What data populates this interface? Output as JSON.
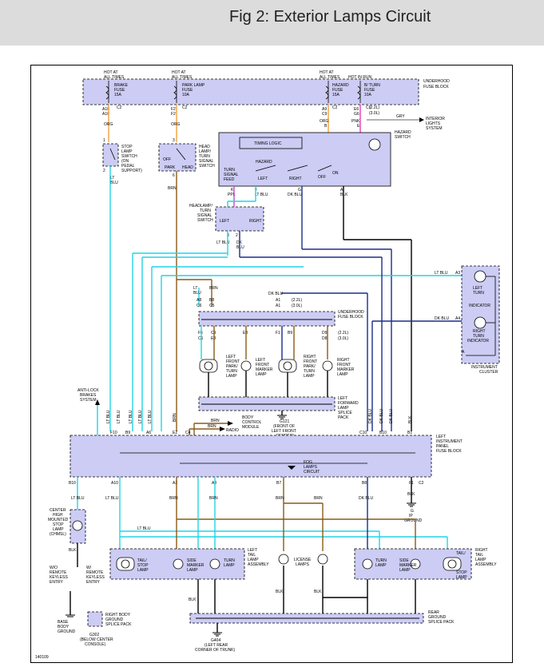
{
  "title": "Fig 2: Exterior Lamps Circuit",
  "figure_id": "140109",
  "colors": {
    "lt_blu": "#22d4e6",
    "dk_blu": "#1b2e8c",
    "brn": "#8a5a16",
    "org": "#f2a33a",
    "blk": "#000000",
    "gry": "#9a9a9a",
    "pnk": "#e83cb8",
    "ppl": "#c44bd0",
    "box_fill": "#ccccf4"
  },
  "fuse_top": {
    "hot": [
      {
        "line1": "HOT AT",
        "line2": "ALL TIMES"
      },
      {
        "line1": "HOT AT",
        "line2": "ALL TIMES"
      },
      {
        "line1": "HOT AT",
        "line2": "ALL TIMES"
      },
      {
        "line1": "HOT IN RUN",
        "line2": ""
      }
    ],
    "fuses": [
      {
        "l1": "BRAKE",
        "l2": "FUSE",
        "l3": "15A",
        "pin": "C2"
      },
      {
        "l1": "PARK LAMP",
        "l2": "FUSE",
        "l3": "10A",
        "pin": "C2"
      },
      {
        "l1": "HAZARD",
        "l2": "FUSE",
        "l3": "15A",
        "pin": "C2"
      },
      {
        "l1": "B/ TURN",
        "l2": "FUSE",
        "l3": "10A",
        "pin": "C1"
      }
    ],
    "block_name_1": "UNDERHOOD",
    "block_name_2": "FUSE BLOCK",
    "pins": [
      "A10",
      "A10",
      "F2",
      "F2",
      "A9",
      "C9",
      "E6",
      "G6"
    ],
    "wire_labels": [
      "ORG",
      "ORG",
      "ORG",
      "PNK",
      "GRY"
    ],
    "variant_1": "(2.2L)",
    "variant_2": "(3.0L)",
    "interior_1": "INTERIOR",
    "interior_2": "LIGHTS",
    "interior_3": "SYSTEM"
  },
  "stop_switch": {
    "l1": "STOP",
    "l2": "LAMP",
    "l3": "SWITCH",
    "l4": "(ON",
    "l5": "PEDAL",
    "l6": "SUPPORT)",
    "pin_top": "1",
    "pin_bot": "2",
    "wire1": "LT",
    "wire2": "BLU"
  },
  "headlamp_switch": {
    "l1": "HEAD",
    "l2": "LAMP/",
    "l3": "TURN",
    "l4": "SIGNAL",
    "l5": "SWITCH",
    "off": "OFF",
    "park": "PARK",
    "head": "HEAD",
    "pin_top": "3",
    "pin_bot": "6",
    "wire": "BRN"
  },
  "hazard": {
    "timing": "TIMING LOGIC",
    "hazard": "HAZARD",
    "l1": "HAZARD",
    "l2": "SWITCH",
    "feed1": "TURN",
    "feed2": "SIGNAL",
    "feed3": "FEED",
    "left": "LEFT",
    "right": "RIGHT",
    "off": "OFF",
    "on": "ON",
    "pins": [
      "B",
      "E",
      "K",
      "F",
      "G",
      "A"
    ],
    "wires": [
      "PPL",
      "LT BLU",
      "DK BLU",
      "BLK"
    ]
  },
  "turn_switch": {
    "l1": "HEADLAMP/",
    "l2": "TURN",
    "l3": "SIGNAL",
    "l4": "SWITCH",
    "left": "LEFT",
    "right": "RIGHT",
    "pins": [
      "3",
      "2"
    ],
    "wires": [
      "LT BLU",
      "DK",
      "BLU"
    ]
  },
  "front": {
    "block_l1": "UNDERHOOD",
    "block_l2": "FUSE BLOCK",
    "pins_top": [
      "A8",
      "B8",
      "C6",
      "C5",
      "A1",
      "A1"
    ],
    "variant_1": "(2.2L)",
    "variant_2": "(3.0L)",
    "wire_top": [
      "LT",
      "BLU",
      "BRN",
      "DK BLU"
    ],
    "pins_mid": [
      "F6",
      "C9",
      "E8",
      "F1",
      "B9",
      "D9",
      "C1",
      "D8",
      "E8"
    ],
    "lamps": [
      {
        "l1": "LEFT",
        "l2": "FRONT",
        "l3": "PARK/",
        "l4": "TURN",
        "l5": "LAMP"
      },
      {
        "l1": "LEFT",
        "l2": "FRONT",
        "l3": "MARKER",
        "l4": "LAMP",
        "l5": ""
      },
      {
        "l1": "RIGHT",
        "l2": "FRONT",
        "l3": "PARK/",
        "l4": "TURN",
        "l5": "LAMP"
      },
      {
        "l1": "RIGHT",
        "l2": "FRONT",
        "l3": "MARKER",
        "l4": "LAMP",
        "l5": ""
      }
    ],
    "splice_l1": "LEFT",
    "splice_l2": "FORWARD",
    "splice_l3": "LAMP",
    "splice_l4": "SPLICE",
    "splice_l5": "PACK",
    "ground_l1": "G121",
    "ground_l2": "(FRONT OF",
    "ground_l3": "LEFT FRONT",
    "ground_l4": "FENDER)"
  },
  "cluster": {
    "wire1": "LT BLU",
    "pin1": "A3",
    "wire2": "DK BLU",
    "pin2": "A4",
    "left1": "LEFT",
    "left2": "TURN",
    "ind": "INDICATOR",
    "right1": "RIGHT",
    "right2": "TURN",
    "right3": "INDICATOR",
    "name1": "INSTRUMENT",
    "name2": "CLUSTER",
    "pin3": "A"
  },
  "middle": {
    "antilock1": "ANTI-LOCK",
    "antilock2": "BRAKES",
    "antilock3": "SYSTEM",
    "wires": [
      "LT BLU",
      "LT BLU",
      "LT BLU",
      "LT BLU",
      "LT BLU",
      "BRN",
      "BRN",
      "DK BLU",
      "DK BLU",
      "DK BLU",
      "BLK"
    ],
    "radio": "RADIO",
    "bcm1": "BODY",
    "bcm2": "CONTROL",
    "bcm3": "MODULE",
    "pins": [
      "F10",
      "B9",
      "A6",
      "E2",
      "C4",
      "C10",
      "B10",
      "B1"
    ],
    "ipfb1": "LEFT",
    "ipfb2": "INSTRUMENT",
    "ipfb3": "PANEL",
    "ipfb4": "FUSE BLOCK",
    "fog1": "FOG",
    "fog2": "LAMPS",
    "fog3": "CIRCUIT",
    "pins_bot": [
      "B10",
      "A10",
      "A2",
      "A8",
      "B7",
      "B8",
      "F1",
      "C2"
    ],
    "g_l1": "G",
    "g_l2": "IP",
    "g_l3": "GROUND"
  },
  "rear": {
    "chmsl": [
      "CENTER",
      "HIGH",
      "MOUNTED",
      "STOP",
      "LAMP",
      "(CHMSL)"
    ],
    "remote": [
      "W/O",
      "REMOTE",
      "KEYLESS",
      "ENTRY"
    ],
    "remote2": [
      "W/",
      "REMOTE",
      "KEYLESS",
      "ENTRY"
    ],
    "left_assy": [
      "LEFT",
      "TAIL",
      "LAMP",
      "ASSEMBLY"
    ],
    "left_lamps": [
      "TAIL/",
      "STOP",
      "LAMP",
      "SIDE",
      "MARKER",
      "LAMP",
      "TURN",
      "LAMP"
    ],
    "license": [
      "LICENSE",
      "LAMPS"
    ],
    "right_assy": [
      "RIGHT",
      "TAIL",
      "LAMP",
      "ASSEMBLY"
    ],
    "right_lamps": [
      "TURN",
      "LAMP",
      "SIDE",
      "MARKER",
      "LAMP",
      "TAIL/",
      "STOP",
      "LAMP"
    ],
    "wires": [
      "LT BLU",
      "LT BLU",
      "BRN",
      "BRN",
      "BRN",
      "BRN",
      "DK BLU",
      "LT BLU",
      "BLK",
      "BLK",
      "BLK",
      "BLK"
    ],
    "base1": "BASE",
    "base2": "BODY",
    "base3": "GROUND",
    "rbgsp1": "RIGHT BODY",
    "rbgsp2": "GROUND",
    "rbgsp3": "SPLICE PACK",
    "g302a": "G302",
    "g302b": "(BELOW CENTER",
    "g302c": "CONSOLE)",
    "g404a": "G404",
    "g404b": "(LEFT REAR",
    "g404c": "CORNER OF TRUNK)",
    "rgsp1": "REAR",
    "rgsp2": "GROUND",
    "rgsp3": "SPLICE PACK"
  }
}
